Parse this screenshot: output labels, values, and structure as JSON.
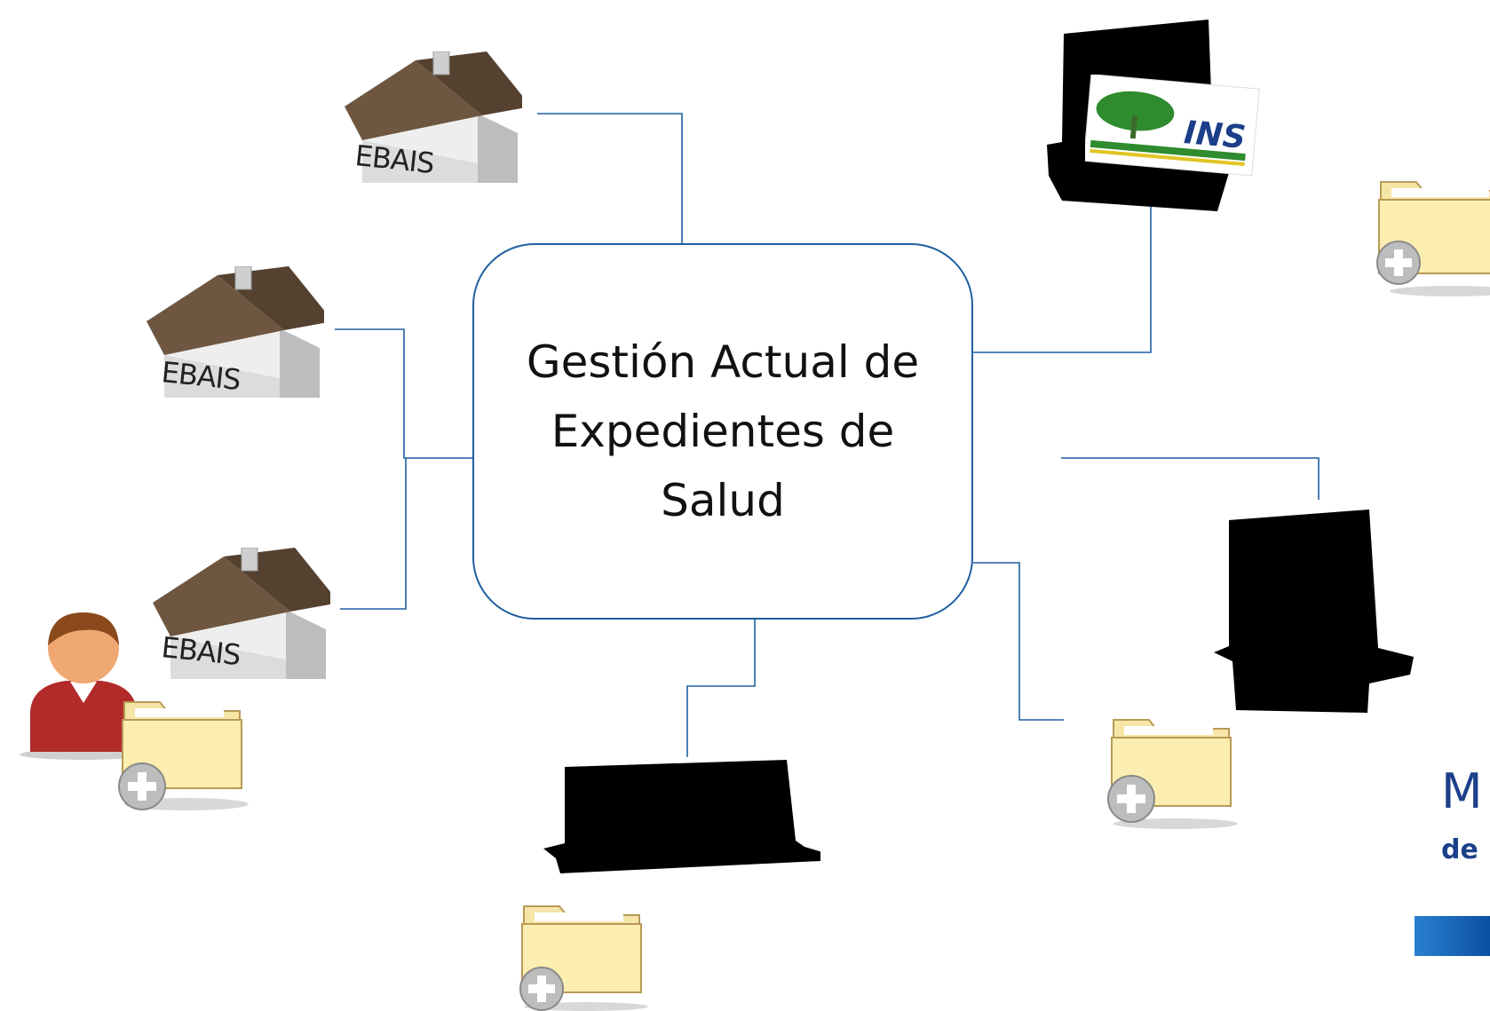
{
  "diagram": {
    "center_label_line1": "Gestión Actual de",
    "center_label_line2": "Expedientes de",
    "center_label_line3": "Salud",
    "houses": [
      {
        "label": "EBAIS"
      },
      {
        "label": "EBAIS"
      },
      {
        "label": "EBAIS"
      }
    ],
    "ins_logo_text": "INS",
    "partial_logo": {
      "big_text": "M",
      "small_text": "de"
    },
    "colors": {
      "connector": "#1f5fa0",
      "box_border": "#1f5fa0",
      "roof": "#6e5640",
      "folder_fill": "#fbeeb0",
      "folder_border": "#c9a85c",
      "ins_green": "#2e8b2e",
      "ins_blue": "#1c3f8a"
    },
    "icons": [
      "house-icon",
      "building-icon",
      "folder-add-icon",
      "user-icon",
      "ins-logo"
    ]
  }
}
